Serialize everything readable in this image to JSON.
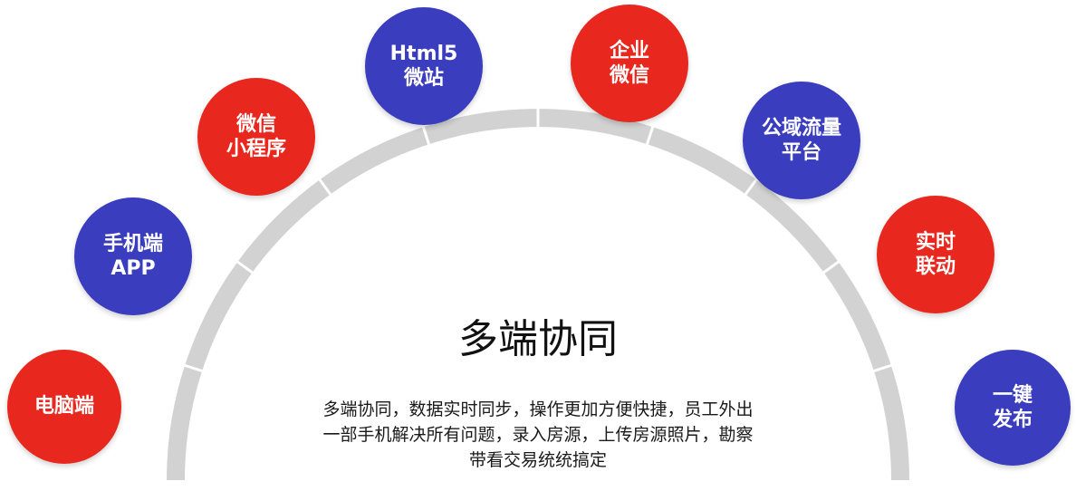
{
  "center": {
    "title": "多端协同",
    "description": [
      "多端协同，数据实时同步，操作更加方便快捷，员工外出",
      "一部手机解决所有问题，录入房源，上传房源照片，勘察",
      "带看交易统统搞定"
    ]
  },
  "colors": {
    "red": "#e8281e",
    "blue": "#3a3dbe",
    "arc": "#d2d2d2"
  },
  "nodes": [
    {
      "id": "pc",
      "lines": [
        "电脑端"
      ],
      "color": "red"
    },
    {
      "id": "mobile-app",
      "lines": [
        "手机端",
        "APP"
      ],
      "color": "blue"
    },
    {
      "id": "wechat-miniprogram",
      "lines": [
        "微信",
        "小程序"
      ],
      "color": "red"
    },
    {
      "id": "html5-microsite",
      "lines": [
        "Html5",
        "微站"
      ],
      "color": "blue"
    },
    {
      "id": "enterprise-wechat",
      "lines": [
        "企业",
        "微信"
      ],
      "color": "red"
    },
    {
      "id": "public-traffic-platform",
      "lines": [
        "公域流量",
        "平台"
      ],
      "color": "blue"
    },
    {
      "id": "realtime-linkage",
      "lines": [
        "实时",
        "联动"
      ],
      "color": "red"
    },
    {
      "id": "one-click-publish",
      "lines": [
        "一键",
        "发布"
      ],
      "color": "blue"
    }
  ]
}
